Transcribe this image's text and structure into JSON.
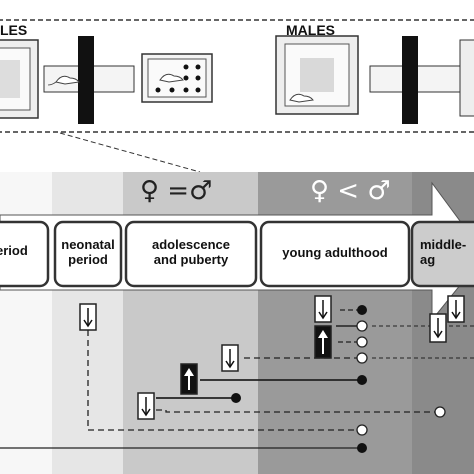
{
  "top_panel": {
    "females_label": "LES",
    "males_label": "MALES"
  },
  "bands": {
    "equal_symbol": "♀ =♂",
    "less_symbol": "♀ < ♂"
  },
  "stages": [
    {
      "label": "eriod"
    },
    {
      "label": "neonatal\nperiod"
    },
    {
      "label": "adolescence\nand puberty"
    },
    {
      "label": "young adulthood"
    },
    {
      "label": "middle-\nag"
    }
  ],
  "markers": {
    "open_down_arrow": "down-arrow-icon",
    "filled_up_arrow": "up-arrow-icon",
    "filled_dot": "filled-circle-icon",
    "open_dot": "open-circle-icon"
  },
  "colors": {
    "band_white": "#f7f7f7",
    "band_light": "#e6e6e6",
    "band_mid": "#c9c9c9",
    "band_dark": "#9a9a9a",
    "band_darker": "#8a8a8a",
    "stage_border": "#333333",
    "arrow_fill": "#ffffff"
  }
}
